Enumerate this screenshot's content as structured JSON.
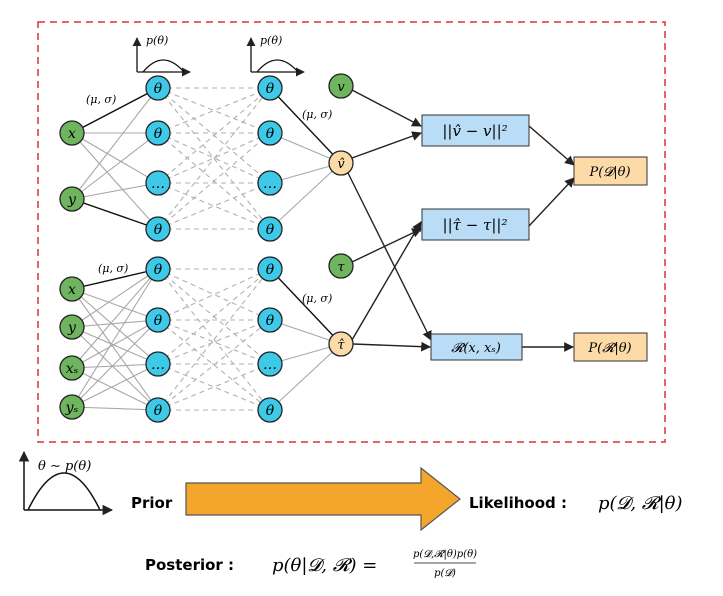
{
  "net_top": {
    "inputs": [
      "x",
      "y"
    ],
    "hidden_labels": [
      "θ",
      "θ",
      "…",
      "θ"
    ],
    "param_label_in": "(μ, σ)",
    "param_label_out": "(μ, σ)",
    "output": "v̂",
    "prior_label_1": "p(θ)",
    "prior_label_2": "p(θ)"
  },
  "net_bottom": {
    "inputs": [
      "x",
      "y",
      "x_s",
      "y_s"
    ],
    "hidden_labels": [
      "θ",
      "θ",
      "…",
      "θ"
    ],
    "param_label_in": "(μ, σ)",
    "param_label_out": "(μ, σ)",
    "output": "τ̂"
  },
  "observed": {
    "v": "v",
    "tau": "τ"
  },
  "loss_boxes": {
    "v_loss": "||v̂ − v||²",
    "tau_loss": "||τ̂ − τ||²",
    "residual": "𝓡(x, xₛ)"
  },
  "likelihood_boxes": {
    "data": "P(𝓓|θ)",
    "residual": "P(𝓡|θ)"
  },
  "bottom": {
    "prior_formula": "θ ∼ p(θ)",
    "prior_word": "Prior",
    "likelihood_word": "Likelihood :",
    "likelihood_formula": "p(𝓓, 𝓡|θ)",
    "posterior_word": "Posterior :",
    "posterior_lhs": "p(θ|𝓓, 𝓡) =",
    "posterior_num": "p(𝓓,𝓡|θ)p(θ)",
    "posterior_den": "p(𝓓)"
  },
  "colors": {
    "input_node": "#6fb45f",
    "hidden_node": "#3ec9e8",
    "output_node": "#fddba8",
    "loss_box": "#b9dcf7",
    "likelihood_box": "#fddba8",
    "dashed_border": "#e03030",
    "arrow": "#f4a52c"
  }
}
